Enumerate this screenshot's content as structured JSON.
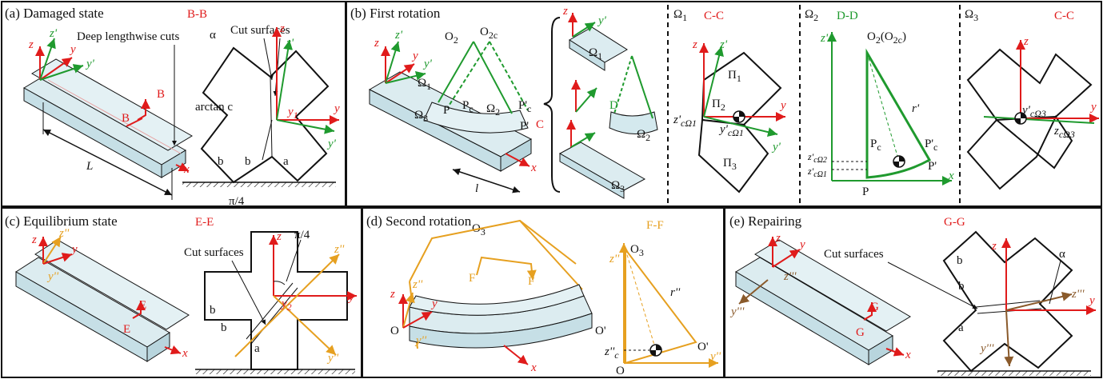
{
  "panels": {
    "a": {
      "title": "(a) Damaged state",
      "section": "B-B",
      "cut_label": "Deep lengthwise cuts",
      "surfaces_label": "Cut surfaces",
      "alpha": "α",
      "arctan": "arctan c",
      "L": "L",
      "B": "B",
      "b": "b",
      "a": "a",
      "pi4": "π/4",
      "z": "z",
      "zp": "z'",
      "y": "y",
      "yp": "y'",
      "y1": "y",
      "y1sub": "1",
      "x": "x"
    },
    "b": {
      "title": "(b) First rotation",
      "omega1": "Ω",
      "sub1": "1",
      "omega2": "Ω",
      "sub2": "2",
      "omega3": "Ω",
      "sub3": "3",
      "O2": "O",
      "O2sub": "2",
      "O2c": "O",
      "O2csub": "2c",
      "P": "P",
      "Pc": "P",
      "Pcsub": "c",
      "Pp": "P'",
      "Ppc": "P'",
      "Ppcsub": "c",
      "l": "l",
      "C": "C",
      "D": "D"
    },
    "omegaviews": {
      "v1_title": "Ω",
      "v1_sub": "1",
      "v1_section": "C-C",
      "pi1": "Π",
      "pi1sub": "1",
      "pi2": "Π",
      "pi2sub": "2",
      "pi3": "Π",
      "pi3sub": "3",
      "zc": "z'",
      "zcsub": "cΩ1",
      "yc": "y'",
      "ycsub": "cΩ1",
      "v2_title": "Ω",
      "v2_sub": "2",
      "v2_section": "D-D",
      "o2label": "O",
      "o2sub": "2",
      "o2c": "(O",
      "o2csub": "2c",
      "o2cend": ")",
      "rp": "r'",
      "zc2": "z'",
      "zc2sub": "cΩ2",
      "zc1": "z'",
      "zc1sub": "cΩ1",
      "v3_title": "Ω",
      "v3_sub": "3",
      "v3_section": "C-C",
      "yc3": "y'",
      "yc3sub": "cΩ3",
      "zc3": "z",
      "zc3sub": "cΩ3"
    },
    "c": {
      "title": "(c) Equilibrium state",
      "section": "E-E",
      "surfaces_label": "Cut surfaces",
      "pi4": "π/4",
      "E": "E",
      "zpp": "z''",
      "ypp": "y''",
      "y2": "y",
      "y2sub": "2",
      "z": "z",
      "y": "y",
      "x": "x",
      "a": "a",
      "b": "b"
    },
    "d": {
      "title": "(d) Second rotation",
      "section": "F-F",
      "O3": "O",
      "O3sub": "3",
      "O": "O",
      "Op": "O'",
      "F": "F",
      "rpp": "r''",
      "zpp": "z''",
      "ypp": "y''",
      "z": "z",
      "y": "y",
      "x": "x",
      "zc": "z''",
      "zcsub": "c"
    },
    "e": {
      "title": "(e) Repairing",
      "section": "G-G",
      "surfaces_label": "Cut surfaces",
      "alpha": "α",
      "G": "G",
      "zppp": "z'''",
      "yppp": "y'''",
      "z": "z",
      "y": "y",
      "x": "x",
      "a": "a",
      "b": "b"
    }
  },
  "colors": {
    "red": "#e01b1b",
    "green": "#1f9a2e",
    "orange": "#e6a020",
    "brown": "#8a5a2b",
    "beam": "#d4e9ee"
  }
}
